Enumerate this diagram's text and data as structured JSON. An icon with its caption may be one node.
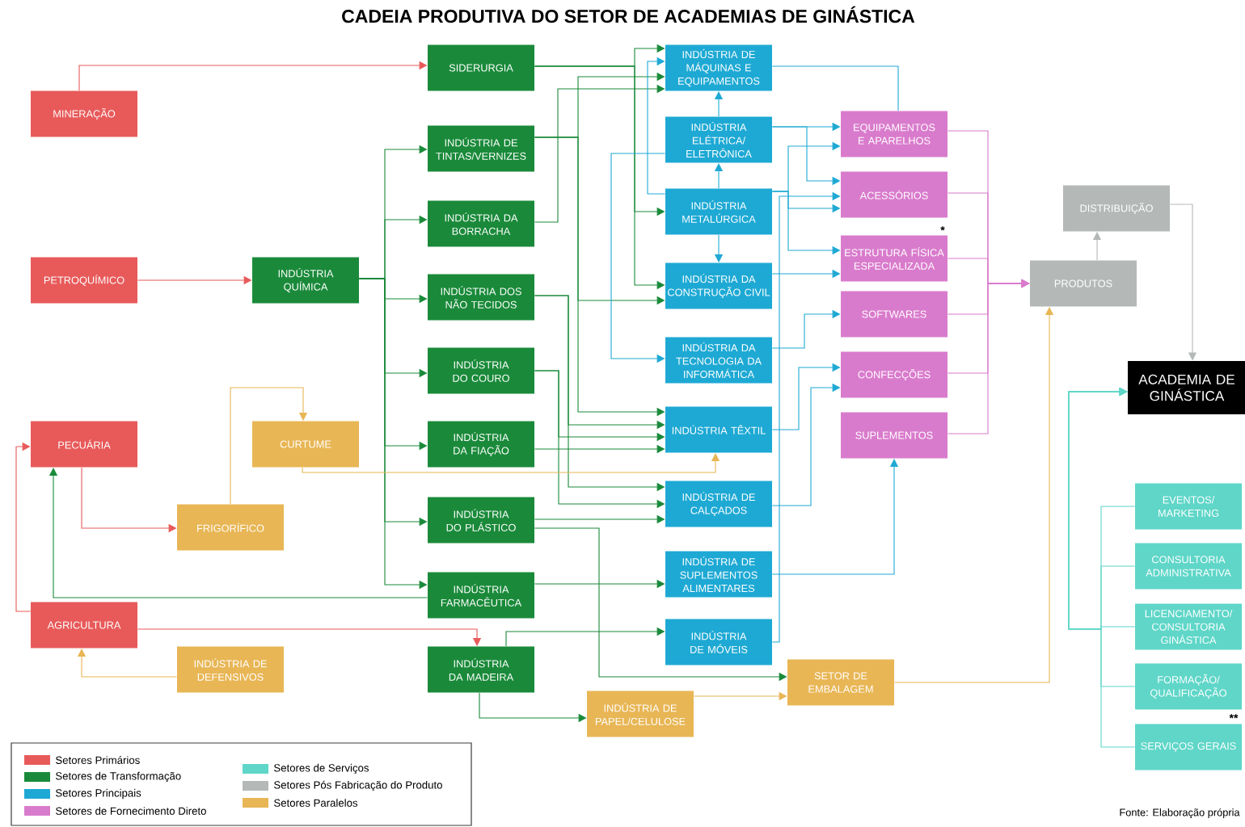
{
  "diagram": {
    "title": "CADEIA PRODUTIVA DO SETOR DE ACADEMIAS DE GINÁSTICA",
    "nodes": [
      {
        "text": [
          "MINERAÇÃO"
        ]
      },
      {
        "text": [
          "SIDERURGIA"
        ]
      },
      {
        "text": [
          "INDÚSTRIA DE TINTAS/VERNIZES"
        ]
      },
      {
        "text": [
          "INDÚSTRIA DA BORRACHA"
        ]
      },
      {
        "text": [
          "PETROQUÍMICO"
        ]
      },
      {
        "text": [
          "INDÚSTRIA QUÍMICA"
        ]
      },
      {
        "text": [
          "INDÚSTRIA DOS NÃO TECIDOS"
        ]
      },
      {
        "text": [
          "INDÚSTRIA DO COURO"
        ]
      },
      {
        "text": [
          "CURTUME"
        ]
      },
      {
        "text": [
          "PECUÁRIA"
        ]
      },
      {
        "text": [
          "INDÚSTRIA DA FIAÇÃO"
        ]
      },
      {
        "text": [
          "FRIGORÍFICO"
        ]
      },
      {
        "text": [
          "INDÚSTRIA DO PLÁSTICO"
        ]
      },
      {
        "text": [
          "INDÚSTRIA FARMACÊUTICA"
        ]
      },
      {
        "text": [
          "AGRICULTURA"
        ]
      },
      {
        "text": [
          "INDÚSTRIA DE DEFENSIVOS"
        ]
      },
      {
        "text": [
          "INDÚSTRIA DA MADEIRA"
        ]
      },
      {
        "text": [
          "INDÚSTRIA DE PAPEL/CELULOSE"
        ]
      },
      {
        "text": [
          "INDÚSTRIA DE MÁQUINAS E EQUIPAMENTOS"
        ]
      },
      {
        "text": [
          "INDÚSTRIA ELÉTRICA/ ELETRÔNICA"
        ]
      },
      {
        "text": [
          "INDÚSTRIA METALÚRGICA"
        ]
      },
      {
        "text": [
          "INDÚSTRIA DA CONSTRUÇÃO CIVIL"
        ]
      },
      {
        "text": [
          "INDÚSTRIA DA TECNOLOGIA DA INFORMÁTICA"
        ]
      },
      {
        "text": [
          "INDÚSTRIA TÊXTIL"
        ]
      },
      {
        "text": [
          "INDÚSTRIA DE CALÇADOS"
        ]
      },
      {
        "text": [
          "INDÚSTRIA DE SUPLEMENTOS ALIMENTARES"
        ]
      },
      {
        "text": [
          "INDÚSTRIA DE MÓVEIS"
        ]
      },
      {
        "text": [
          "SETOR DE EMBALAGEM"
        ]
      },
      {
        "text": [
          "EQUIPAMENTOS E APARELHOS"
        ]
      },
      {
        "text": [
          "ACESSÓRIOS"
        ]
      },
      {
        "text": [
          "ESTRUTURA FÍSICA ESPECIALIZADA"
        ],
        "beside": [
          "*"
        ]
      },
      {
        "text": [
          "SOFTWARES"
        ]
      },
      {
        "text": [
          "CONFECÇÕES"
        ]
      },
      {
        "text": [
          "SUPLEMENTOS"
        ]
      },
      {
        "text": [
          "PRODUTOS"
        ]
      },
      {
        "text": [
          "DISTRIBUIÇÃO"
        ]
      },
      {
        "text": [
          "ACADEMIA DE GINÁSTICA"
        ]
      },
      {
        "text": [
          "EVENTOS/ MARKETING"
        ]
      },
      {
        "text": [
          "CONSULTORIA ADMINISTRATIVA"
        ]
      },
      {
        "text": [
          "LICENCIAMENTO/ CONSULTORIA GINÁSTICA"
        ]
      },
      {
        "text": [
          "FORMAÇÃO/ QUALIFICAÇÃO"
        ]
      },
      {
        "text": [
          "SERVIÇOS GERAIS"
        ],
        "beside": [
          "**"
        ]
      }
    ],
    "edges": [
      {
        "from": 0,
        "to": 1,
        "arrow": "to",
        "color": "#e85a5a"
      },
      {
        "from": 4,
        "to": 5,
        "arrow": "to",
        "color": "#e85a5a"
      },
      {
        "from": 5,
        "to": 2,
        "arrow": "to"
      },
      {
        "from": 5,
        "to": 3,
        "arrow": "to"
      },
      {
        "from": 5,
        "to": 6,
        "arrow": "to"
      },
      {
        "from": 5,
        "to": 7,
        "arrow": "to"
      },
      {
        "from": 5,
        "to": 10,
        "arrow": "to"
      },
      {
        "from": 5,
        "to": 12,
        "arrow": "to"
      },
      {
        "from": 5,
        "to": 13,
        "arrow": "to"
      },
      {
        "from": 1,
        "to": 18,
        "arrow": "to"
      },
      {
        "from": 1,
        "to": 20,
        "arrow": "to"
      },
      {
        "from": 1,
        "to": 21,
        "arrow": "to"
      },
      {
        "from": 2,
        "to": 18,
        "arrow": "to"
      },
      {
        "from": 2,
        "to": 21,
        "arrow": "to"
      },
      {
        "from": 2,
        "to": 23,
        "arrow": "to"
      },
      {
        "from": 3,
        "to": 18,
        "arrow": "to"
      },
      {
        "from": 6,
        "to": 23,
        "arrow": "to"
      },
      {
        "from": 6,
        "to": 24,
        "arrow": "to"
      },
      {
        "from": 7,
        "to": 23,
        "arrow": "to"
      },
      {
        "from": 7,
        "to": 24,
        "arrow": "to"
      },
      {
        "from": 10,
        "to": 23,
        "arrow": "to"
      },
      {
        "from": 12,
        "to": 24,
        "arrow": "to"
      },
      {
        "from": 12,
        "to": 27,
        "arrow": "to"
      },
      {
        "from": 13,
        "to": 25,
        "arrow": "to"
      },
      {
        "from": 13,
        "to": 9,
        "arrow": "to"
      },
      {
        "from": 16,
        "to": 26,
        "arrow": "to"
      },
      {
        "from": 16,
        "to": 17,
        "arrow": "to"
      },
      {
        "from": 14,
        "to": 16,
        "arrow": "to",
        "color": "#e85a5a"
      },
      {
        "from": 14,
        "to": 9,
        "arrow": "to",
        "color": "#e85a5a"
      },
      {
        "from": 9,
        "to": 11,
        "arrow": "to",
        "color": "#e85a5a"
      },
      {
        "from": 11,
        "to": 8,
        "arrow": "to",
        "color": "#e8b655"
      },
      {
        "from": 8,
        "to": 23,
        "arrow": "to",
        "color": "#e8b655"
      },
      {
        "from": 15,
        "to": 14,
        "arrow": "to",
        "color": "#e8b655"
      },
      {
        "from": 17,
        "to": 27,
        "arrow": "to",
        "color": "#e8b655"
      },
      {
        "from": 27,
        "to": 34,
        "arrow": "to",
        "color": "#e8b655"
      },
      {
        "from": 20,
        "to": 18,
        "arrow": "to",
        "color": "#1ea9d4"
      },
      {
        "from": 19,
        "to": 18,
        "arrow": "to",
        "color": "#1ea9d4"
      },
      {
        "from": 20,
        "to": 19,
        "arrow": "to",
        "color": "#1ea9d4"
      },
      {
        "from": 20,
        "to": 21,
        "arrow": "to",
        "color": "#1ea9d4"
      },
      {
        "from": 19,
        "to": 22,
        "arrow": "to",
        "color": "#1ea9d4"
      },
      {
        "from": 18,
        "to": 28,
        "arrow": "none",
        "color": "#1ea9d4"
      },
      {
        "from": 19,
        "to": 28,
        "arrow": "to",
        "color": "#1ea9d4"
      },
      {
        "from": 19,
        "to": 29,
        "arrow": "to",
        "color": "#1ea9d4"
      },
      {
        "from": 20,
        "to": 28,
        "arrow": "to",
        "color": "#1ea9d4"
      },
      {
        "from": 20,
        "to": 29,
        "arrow": "to",
        "color": "#1ea9d4"
      },
      {
        "from": 20,
        "to": 30,
        "arrow": "to",
        "color": "#1ea9d4"
      },
      {
        "from": 21,
        "to": 30,
        "arrow": "to",
        "color": "#1ea9d4"
      },
      {
        "from": 26,
        "to": 29,
        "arrow": "to",
        "color": "#1ea9d4"
      },
      {
        "from": 22,
        "to": 31,
        "arrow": "to",
        "color": "#1ea9d4"
      },
      {
        "from": 23,
        "to": 32,
        "arrow": "to",
        "color": "#1ea9d4"
      },
      {
        "from": 24,
        "to": 32,
        "arrow": "to",
        "color": "#1ea9d4"
      },
      {
        "from": 25,
        "to": 33,
        "arrow": "to",
        "color": "#1ea9d4"
      },
      {
        "from": 28,
        "to": 34,
        "arrow": "to",
        "color": "#d97bcc"
      },
      {
        "from": 29,
        "to": 34,
        "arrow": "to",
        "color": "#d97bcc"
      },
      {
        "from": 30,
        "to": 34,
        "arrow": "to",
        "color": "#d97bcc"
      },
      {
        "from": 31,
        "to": 34,
        "arrow": "to",
        "color": "#d97bcc"
      },
      {
        "from": 32,
        "to": 34,
        "arrow": "to",
        "color": "#d97bcc"
      },
      {
        "from": 33,
        "to": 34,
        "arrow": "to",
        "color": "#d97bcc"
      },
      {
        "from": 34,
        "to": 35,
        "arrow": "to",
        "color": "#b4b9b7"
      },
      {
        "from": 35,
        "to": 36,
        "arrow": "to",
        "color": "#b4b9b7"
      },
      {
        "from": 37,
        "to": 36,
        "arrow": "to",
        "color": "#5fd6c8"
      },
      {
        "from": 38,
        "to": 36,
        "arrow": "to",
        "color": "#5fd6c8"
      },
      {
        "from": 39,
        "to": 36,
        "arrow": "to",
        "color": "#5fd6c8"
      },
      {
        "from": 40,
        "to": 36,
        "arrow": "to",
        "color": "#5fd6c8"
      },
      {
        "from": 41,
        "to": 36,
        "arrow": "to",
        "color": "#5fd6c8"
      }
    ],
    "labels": [
      "Fonte: Elaboração própria"
    ],
    "legend": [
      {
        "text": "Setores Primários",
        "color": "#e85a5a"
      },
      {
        "text": "Setores de Transformação",
        "color": "#1a8a3a"
      },
      {
        "text": "Setores Principais",
        "color": "#1ea9d4"
      },
      {
        "text": "Setores de Fornecimento Direto",
        "color": "#d97bcc"
      },
      {
        "text": "Setores de Serviços",
        "color": "#5fd6c8"
      },
      {
        "text": "Setores Pós Fabricação do Produto",
        "color": "#b4b9b7"
      },
      {
        "text": "Setores Paralelos",
        "color": "#e8b655"
      }
    ]
  }
}
